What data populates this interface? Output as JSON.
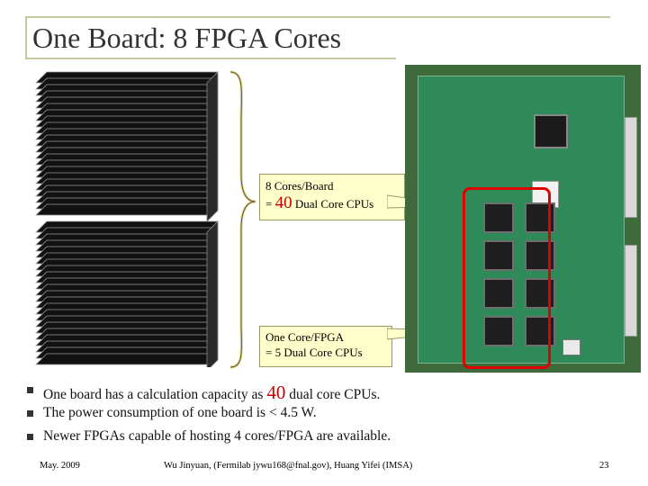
{
  "title": "One Board: 8 FPGA Cores",
  "callouts": {
    "board_line1": "8 Cores/Board",
    "board_line2_pre": "= ",
    "board_line2_num": "40",
    "board_line2_post": " Dual Core CPUs",
    "fpga_line1": "One Core/FPGA",
    "fpga_line2": "= 5 Dual Core CPUs"
  },
  "bullets": [
    {
      "pre": "One board has a calculation capacity as ",
      "num": "40",
      "post": " dual core CPUs."
    },
    {
      "text": "The power consumption of one board is < 4.5 W."
    },
    {
      "text": "Newer FPGAs capable of hosting 4 cores/FPGA are available."
    }
  ],
  "footer": {
    "date": "May. 2009",
    "authors": "Wu Jinyuan, (Fermilab jywu168@fnal.gov), Huang Yifei (IMSA)",
    "page": "23"
  },
  "colors": {
    "accent": "#cc0000",
    "callout_bg": "#ffffcc",
    "highlight_box": "#e00000",
    "frame": "#c8c8a0"
  },
  "icons": {
    "bullet": "square-bullet-icon",
    "board": "fpga-board-photo",
    "stack": "core-stack-illustration"
  }
}
